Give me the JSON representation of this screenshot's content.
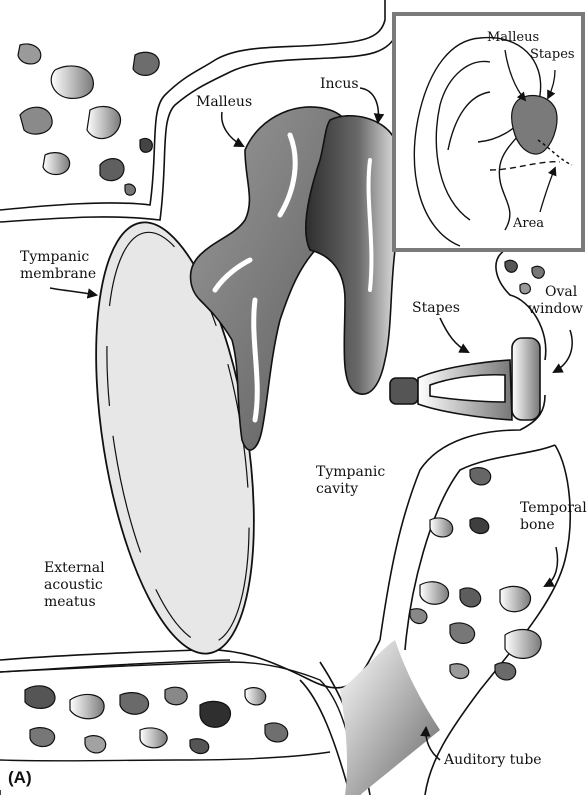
{
  "figure": {
    "panel_letter": "(A)"
  },
  "labels": {
    "malleus": "Malleus",
    "incus": "Incus",
    "tympanic_membrane_1": "Tympanic",
    "tympanic_membrane_2": "membrane",
    "stapes": "Stapes",
    "oval_window_1": "Oval",
    "oval_window_2": "window",
    "tympanic_cavity_1": "Tympanic",
    "tympanic_cavity_2": "cavity",
    "temporal_bone_1": "Temporal",
    "temporal_bone_2": "bone",
    "external_meatus_1": "External",
    "external_meatus_2": "acoustic",
    "external_meatus_3": "meatus",
    "auditory_tube": "Auditory tube"
  },
  "inset": {
    "malleus": "Malleus",
    "stapes": "Stapes",
    "area": "Area"
  },
  "colors": {
    "outline": "#111111",
    "bone_dark": "#555555",
    "bone_mid": "#888888",
    "membrane_fill": "#e6e6e6",
    "inset_frame": "#7a7a7a"
  }
}
